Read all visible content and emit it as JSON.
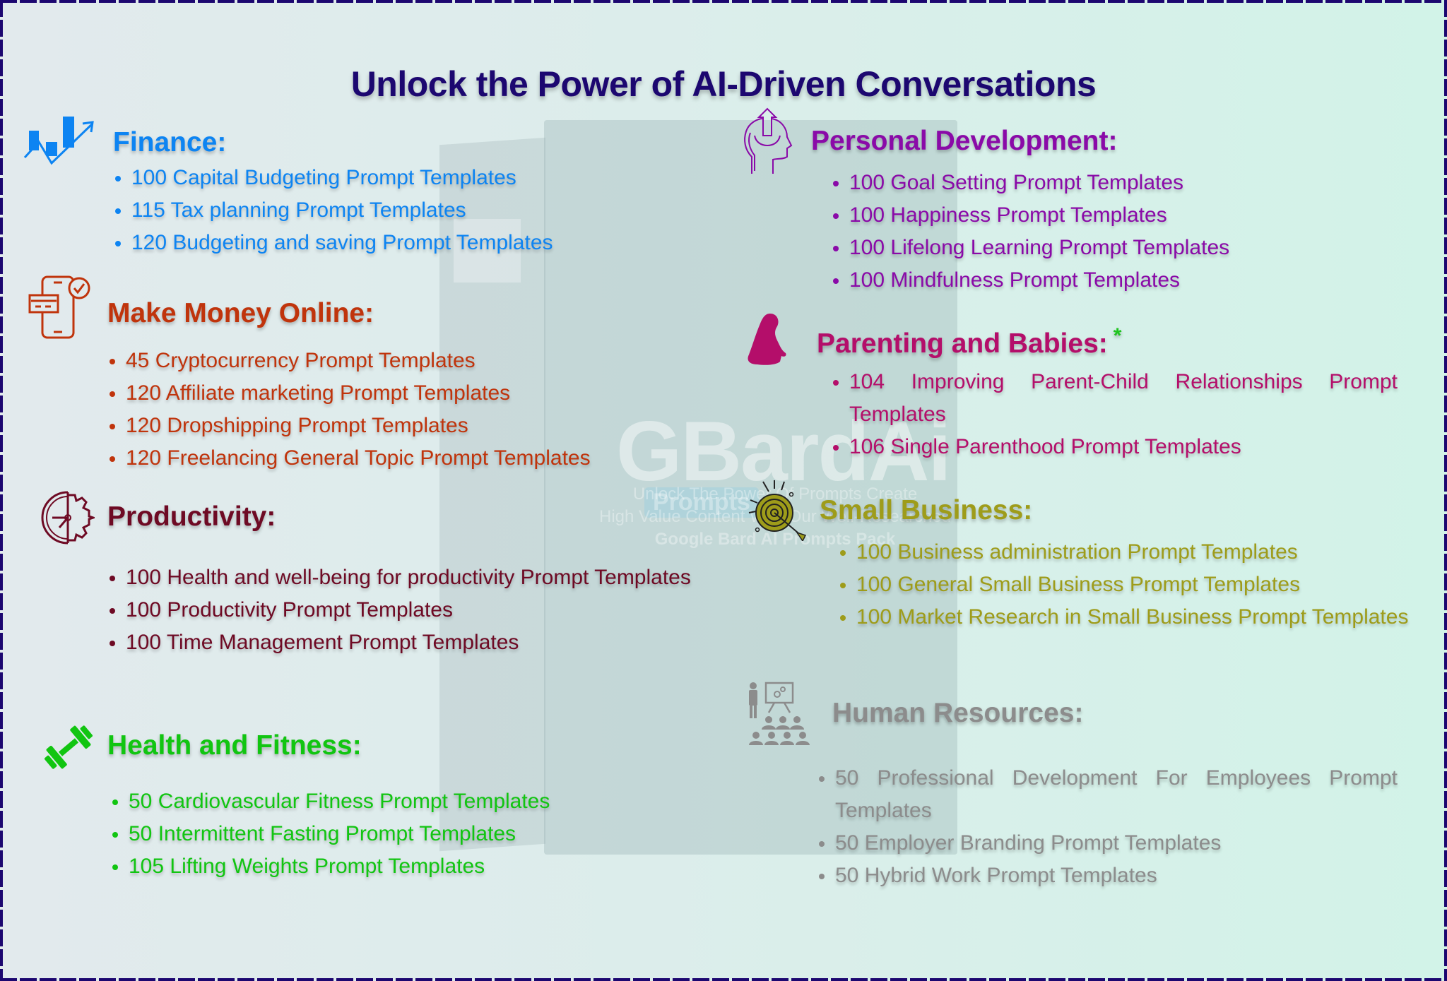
{
  "title": "Unlock the Power of AI-Driven Conversations",
  "background": {
    "brand": "GBardAi",
    "brand_sub": "Prompts",
    "tagline_1": "Unlock The Power Of Prompts Create",
    "tagline_2": "High Value Content With Our Well-Researched",
    "tagline_3": "Google Bard AI Prompts Pack"
  },
  "colors": {
    "title": "#1c0770",
    "border": "#1c0770",
    "finance": "#0d84f2",
    "make_money": "#c0340c",
    "productivity": "#6e0a24",
    "health": "#11c511",
    "personal_development": "#8a0aa8",
    "parenting": "#b40e6a",
    "small_business": "#9e9c1a",
    "human_resources": "#8c8c8c",
    "asterisk": "#1ec51e"
  },
  "sections": {
    "finance": {
      "icon": "chart-growth-icon",
      "heading": "Finance:",
      "items": [
        "100 Capital Budgeting Prompt Templates",
        "115 Tax planning Prompt Templates",
        "120 Budgeting and saving Prompt Templates"
      ]
    },
    "make_money": {
      "icon": "mobile-payment-icon",
      "heading": "Make Money Online:",
      "items": [
        "45 Cryptocurrency Prompt Templates",
        "120 Affiliate marketing Prompt Templates",
        "120 Dropshipping Prompt Templates",
        "120 Freelancing General Topic Prompt Templates"
      ]
    },
    "productivity": {
      "icon": "clock-gear-icon",
      "heading": "Productivity:",
      "items": [
        "100 Health and well-being for productivity Prompt Templates",
        "100 Productivity Prompt Templates",
        "100 Time Management Prompt Templates"
      ]
    },
    "health": {
      "icon": "dumbbell-icon",
      "heading": "Health and Fitness:",
      "items": [
        "50 Cardiovascular Fitness Prompt Templates",
        "50 Intermittent Fasting Prompt Templates",
        "105 Lifting Weights Prompt Templates"
      ]
    },
    "personal_development": {
      "icon": "head-growth-icon",
      "heading": "Personal Development:",
      "items": [
        "100 Goal Setting Prompt Templates",
        "100 Happiness Prompt Templates",
        "100 Lifelong Learning Prompt Templates",
        "100 Mindfulness Prompt Templates"
      ]
    },
    "parenting": {
      "icon": "baby-icon",
      "heading": "Parenting and Babies:",
      "asterisk": "*",
      "items": [
        "104 Improving Parent-Child Relationships Prompt Templates",
        "106 Single Parenthood Prompt Templates"
      ]
    },
    "small_business": {
      "icon": "target-arrow-icon",
      "heading": "Small Business:",
      "items": [
        "100 Business administration Prompt Templates",
        "100 General Small Business Prompt Templates",
        "100 Market Research in Small Business Prompt Templates"
      ]
    },
    "human_resources": {
      "icon": "presentation-team-icon",
      "heading": "Human Resources:",
      "items": [
        "50 Professional Development For Employees Prompt Templates",
        "50 Employer Branding Prompt Templates",
        "50 Hybrid Work Prompt Templates"
      ]
    }
  }
}
